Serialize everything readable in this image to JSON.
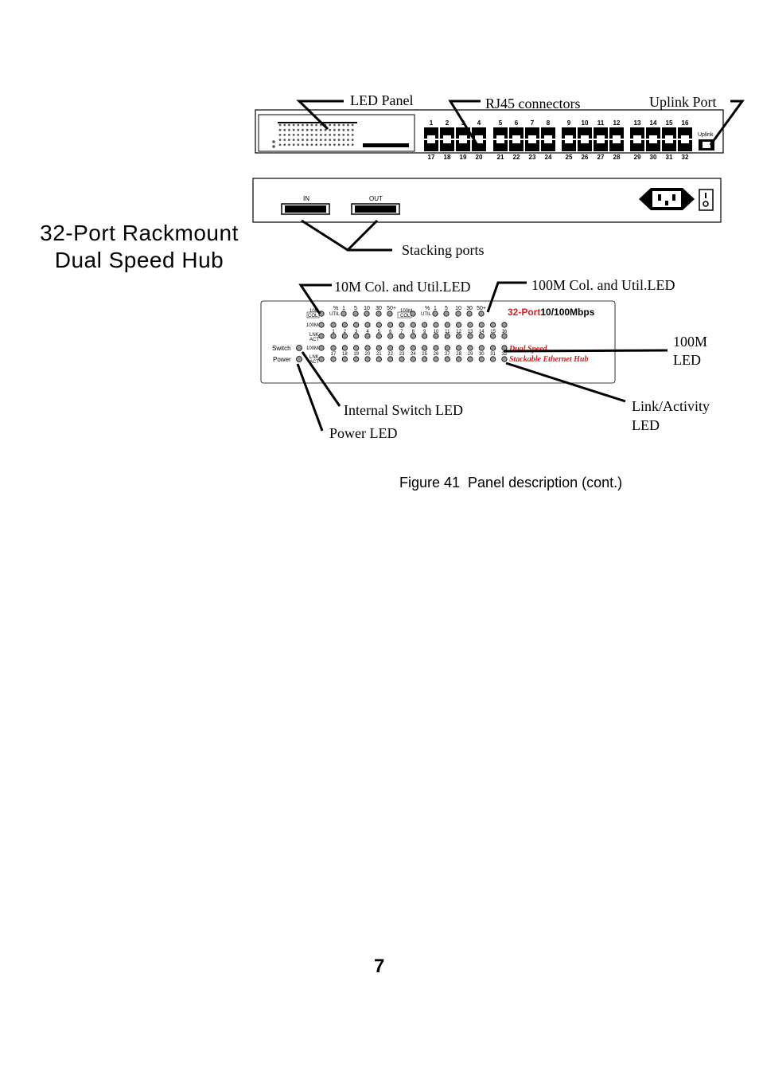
{
  "page": {
    "title_line1": "32-Port Rackmount",
    "title_line2": "Dual Speed Hub",
    "caption": "Figure 41  Panel description (cont.)",
    "page_number": "7"
  },
  "callouts": {
    "led_panel": "LED Panel",
    "rj45": "RJ45 connectors",
    "uplink": "Uplink Port",
    "stacking": "Stacking ports",
    "col10": "10M Col. and Util.LED",
    "col100": "100M Col. and Util.LED",
    "led100_line1": "100M",
    "led100_line2": "LED",
    "linkact_line1": "Link/Activity",
    "linkact_line2": "LED",
    "internal_switch": "Internal Switch LED",
    "power_led": "Power LED"
  },
  "front_panel": {
    "top_ports": [
      "1",
      "2",
      "3",
      "4",
      "5",
      "6",
      "7",
      "8",
      "9",
      "10",
      "11",
      "12",
      "13",
      "14",
      "15",
      "16"
    ],
    "bottom_ports": [
      "17",
      "18",
      "19",
      "20",
      "21",
      "22",
      "23",
      "24",
      "25",
      "26",
      "27",
      "28",
      "29",
      "30",
      "31",
      "32"
    ],
    "uplink_label": "Uplink"
  },
  "rear_panel": {
    "in_label": "IN",
    "out_label": "OUT"
  },
  "led_detail": {
    "col10": "10M COL",
    "col100": "100M COL",
    "util": "UTIL",
    "pct": "%",
    "util_steps": [
      "1",
      "5",
      "10",
      "30",
      "50+"
    ],
    "row_100m": "100M",
    "row_link": "LNK ACT",
    "switch": "Switch",
    "power": "Power",
    "ports_top": [
      "1",
      "2",
      "3",
      "4",
      "5",
      "6",
      "7",
      "8",
      "9",
      "10",
      "11",
      "12",
      "13",
      "14",
      "15",
      "16"
    ],
    "ports_bottom": [
      "17",
      "18",
      "19",
      "20",
      "21",
      "22",
      "23",
      "24",
      "25",
      "26",
      "27",
      "28",
      "29",
      "30",
      "31",
      "32"
    ],
    "brand_red": "32-Port",
    "brand_black": "10/100Mbps",
    "tagline1": "Dual Speed",
    "tagline2": "Stackable Ethernet Hub"
  },
  "colors": {
    "accent_red": "#d62020",
    "line": "#000000"
  }
}
